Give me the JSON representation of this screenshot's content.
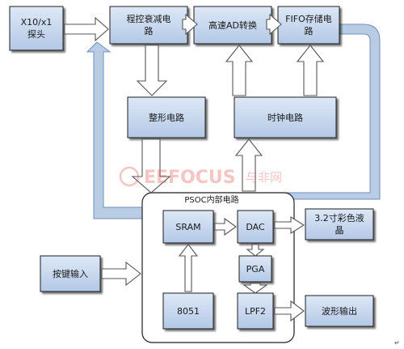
{
  "diagram": {
    "blocks": {
      "probe": "X10/x1\n探头",
      "attenuator": "程控衰减电\n路",
      "adc": "高速AD转换",
      "fifo": "FIFO存储电\n路",
      "shaper": "整形电路",
      "clock": "时钟电路",
      "psoc_title": "PSOC内部电路",
      "sram": "SRAM",
      "dac": "DAC",
      "pga": "PGA",
      "mcu": "8051",
      "lpf": "LPF2",
      "lcd": "3.2寸彩色液\n晶",
      "keys": "按键输入",
      "output": "波形输出"
    },
    "watermark": "EEFOCUS",
    "watermark_cn": "与非网"
  },
  "colors": {
    "block_fill": "#c6d7ef",
    "block_stroke": "#1f1f1f",
    "arrow_fill": "#ffffff",
    "arrow_stroke": "#555555",
    "feedback_fill": "#b8cce4",
    "watermark": "#e25b56"
  }
}
